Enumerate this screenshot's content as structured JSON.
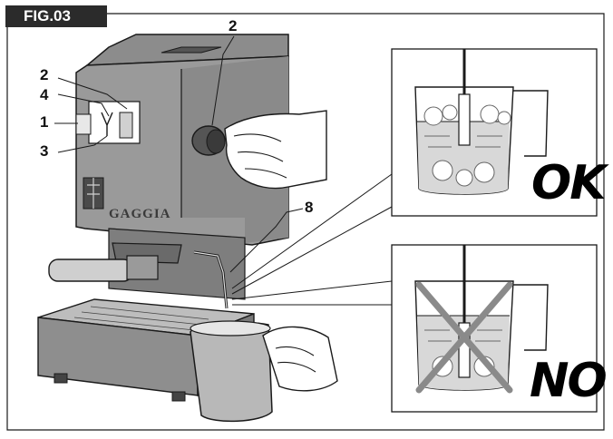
{
  "figure": {
    "label": "FIG.03"
  },
  "callouts": [
    {
      "id": "steam-knob-top",
      "text": "2"
    },
    {
      "id": "switch-2",
      "text": "2"
    },
    {
      "id": "switch-4",
      "text": "4"
    },
    {
      "id": "switch-1",
      "text": "1"
    },
    {
      "id": "switch-3",
      "text": "3"
    },
    {
      "id": "steam-wand",
      "text": "8"
    }
  ],
  "machine": {
    "brand": "GAGGIA"
  },
  "panels": {
    "ok": {
      "verdict": "OK"
    },
    "no": {
      "verdict": "NO"
    }
  },
  "colors": {
    "line": "#1a1a1a",
    "machine_fill": "#9a9a9a",
    "machine_dark": "#6e6e6e",
    "pitcher_fill": "#b8b8b8",
    "milk_fill": "#d6d6d6",
    "cross": "#8a8a8a"
  }
}
